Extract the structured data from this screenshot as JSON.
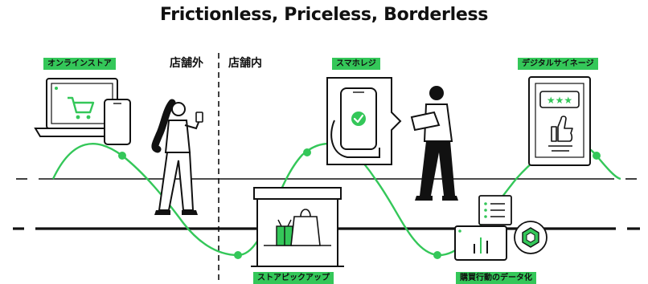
{
  "title": "Frictionless, Priceless, Borderless",
  "zones": {
    "outside": "店舗外",
    "inside": "店舗内"
  },
  "touchpoints": [
    {
      "id": "online-store",
      "label": "オンラインストア"
    },
    {
      "id": "smart-register",
      "label": "スマホレジ"
    },
    {
      "id": "digital-signage",
      "label": "デジタルサイネージ"
    },
    {
      "id": "store-pickup",
      "label": "ストアピックアップ"
    },
    {
      "id": "behavior-data",
      "label": "購買行動のデータ化"
    }
  ],
  "colors": {
    "accent": "#34c759",
    "ink": "#111111"
  },
  "icons": [
    "cart-icon",
    "smartphone-icon",
    "checkmark-icon",
    "three-stars-icon",
    "thumbs-up-icon",
    "shopping-bag-icon",
    "gift-box-icon",
    "bar-chart-icon",
    "list-icon",
    "hexagon-data-icon"
  ]
}
